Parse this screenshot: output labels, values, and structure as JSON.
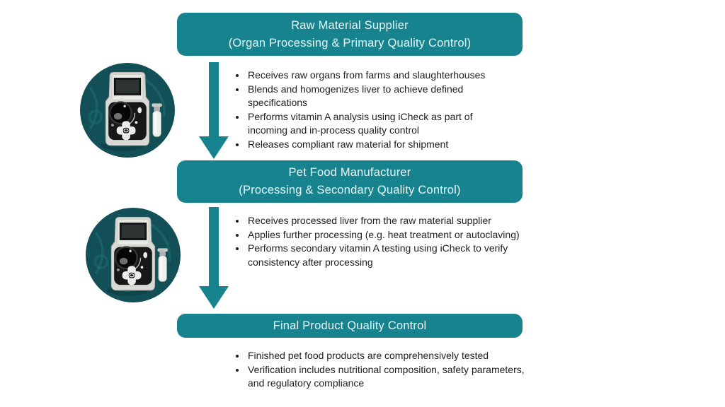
{
  "colors": {
    "accent_teal": "#17838F",
    "header_text": "#EAF6F6",
    "body_text": "#1E1E1E",
    "photo_background": "#124F56",
    "page_background": "#FFFFFF"
  },
  "stages": [
    {
      "title_line1": "Raw Material Supplier",
      "title_line2": "(Organ Processing & Primary Quality Control)",
      "bullets": [
        "Receives raw organs from farms and slaughterhouses",
        "Blends and homogenizes liver to achieve defined specifications",
        "Performs vitamin A analysis using iCheck as part of incoming and in-process quality control",
        "Releases compliant raw material for shipment"
      ]
    },
    {
      "title_line1": "Pet Food Manufacturer",
      "title_line2": "(Processing & Secondary Quality Control)",
      "bullets": [
        "Receives processed liver from the raw material supplier",
        "Applies further processing (e.g. heat treatment or autoclaving)",
        "Performs secondary vitamin A testing using iCheck to verify consistency after processing"
      ]
    },
    {
      "title_line1": "Final Product Quality Control",
      "title_line2": "",
      "bullets": [
        "Finished pet food products are comprehensively tested",
        "Verification includes nutritional composition, safety parameters, and regulatory compliance"
      ]
    }
  ],
  "images": [
    {
      "name": "icheck-photo-1",
      "description": "iCheck handheld photometer with test vial on teal fabric"
    },
    {
      "name": "icheck-photo-2",
      "description": "iCheck handheld photometer with test vial on teal fabric"
    }
  ]
}
